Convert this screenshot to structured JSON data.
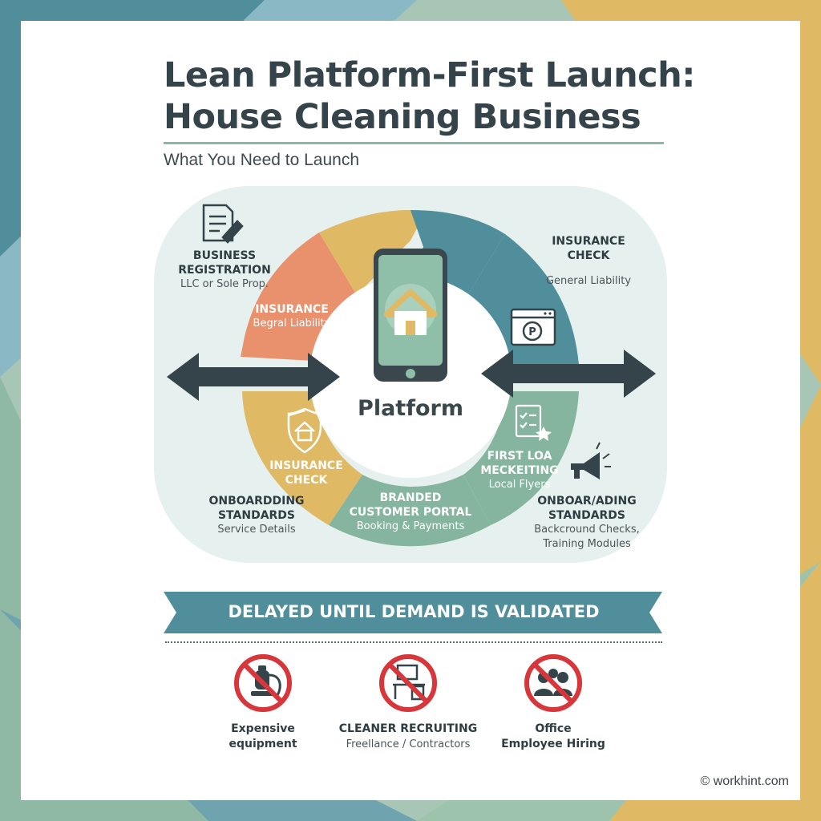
{
  "colors": {
    "teal": "#4f8e9a",
    "orange": "#e9916d",
    "yellow": "#e0b964",
    "green": "#86b59f",
    "dark": "#34444a",
    "ban_red": "#d7363a"
  },
  "header": {
    "title_line1": "Lean Platform-First Launch:",
    "title_line2": "House Cleaning Business",
    "subtitle": "What You Need to Launch"
  },
  "diagram": {
    "center_label": "Platform",
    "center_icons": [
      "smartphone-icon",
      "house-icon"
    ],
    "items": [
      {
        "title_line1": "BUSINESS",
        "title_line2": "REGISTRATION",
        "detail": "LLC or Sole Prop.",
        "icon": "document-stamp-icon"
      },
      {
        "title_line1": "INSURANCE",
        "detail": "Begral Liability"
      },
      {
        "title_line1": "INSURANCE",
        "title_line2": "CHECK",
        "detail": "General Liability",
        "icon": "payment-window-icon"
      },
      {
        "title_line1": "INSURANCE",
        "title_line2": "CHECK",
        "icon": "shield-house-icon"
      },
      {
        "title_line1": "ONBOARDDING",
        "title_line2": "STANDARDS",
        "detail": "Service Details"
      },
      {
        "title_line1": "BRANDED",
        "title_line2": "CUSTOMER PORTAL",
        "detail": "Booking & Payments"
      },
      {
        "title_line1": "FIRST LOA",
        "title_line2": "MECKEITING",
        "detail": "Local Flyers",
        "icon": "checklist-star-icon"
      },
      {
        "title_line1": "ONBOAR/ADING",
        "title_line2": "STANDARDS",
        "detail_line1": "Backcround Checks,",
        "detail_line2": "Training Modules",
        "icon": "megaphone-icon"
      }
    ]
  },
  "delayed": {
    "banner": "DELAYED UNTIL DEMAND IS VALIDATED",
    "items": [
      {
        "title_line1": "Expensive",
        "title_line2": "equipment",
        "icon": "vacuum-icon"
      },
      {
        "title_line1": "CLEANER RECRUITING",
        "detail": "Freellance / Contractors",
        "icon": "desk-icon"
      },
      {
        "title_line1": "Office",
        "title_line2": "Employee Hiring",
        "icon": "people-icon"
      }
    ]
  },
  "footer": {
    "copyright": "© workhint.com"
  }
}
